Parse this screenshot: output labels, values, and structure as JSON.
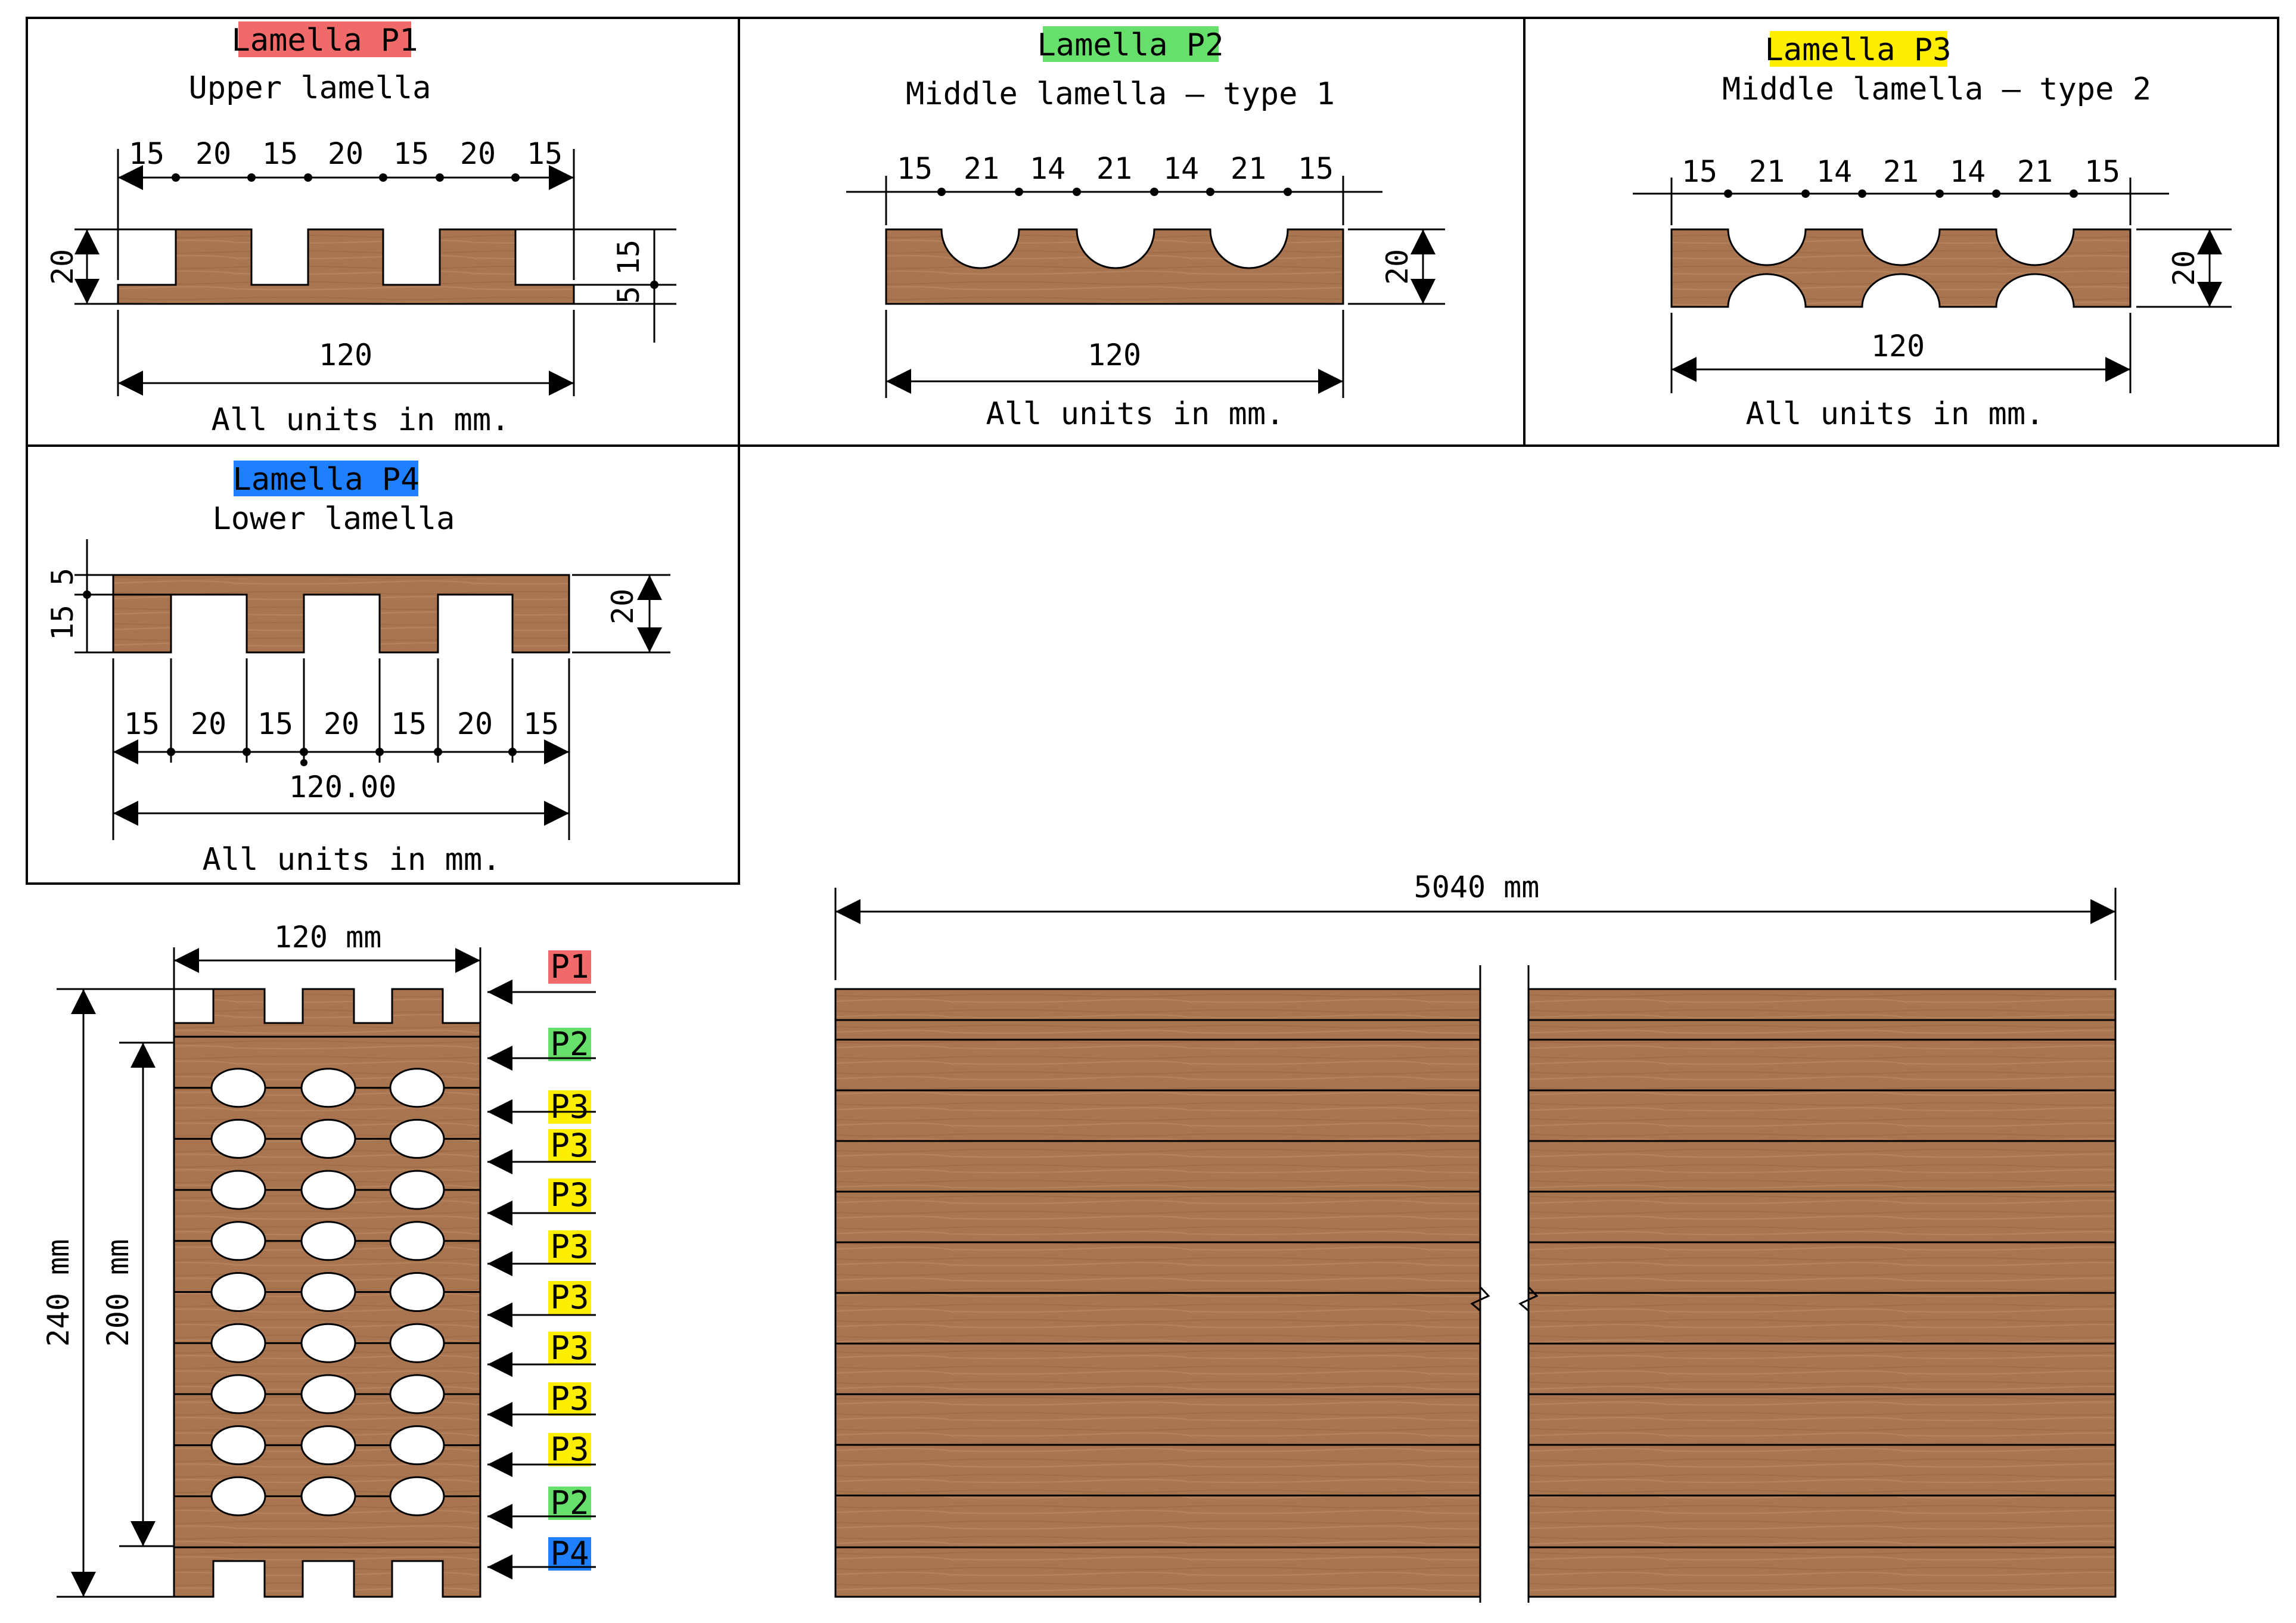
{
  "colors": {
    "wood": "#a97550",
    "wood_dark": "#8e5f3e",
    "wood_light": "#b9865f",
    "p1_highlight": "#f06a6a",
    "p2_highlight": "#66e06a",
    "p3_highlight": "#ffee00",
    "p4_highlight": "#1e7fff"
  },
  "panels": {
    "p1": {
      "tag": "Lamella P1",
      "subtitle": "Upper lamella",
      "segments": [
        "15",
        "20",
        "15",
        "20",
        "15",
        "20",
        "15"
      ],
      "height_label": "20",
      "right_top_label": "15",
      "right_bottom_label": "5",
      "width_label": "120",
      "units": "All units in mm."
    },
    "p2": {
      "tag": "Lamella P2",
      "subtitle": "Middle lamella – type 1",
      "segments": [
        "15",
        "21",
        "14",
        "21",
        "14",
        "21",
        "15"
      ],
      "height_label": "20",
      "width_label": "120",
      "units": "All units in mm."
    },
    "p3": {
      "tag": "Lamella P3",
      "subtitle": "Middle lamella – type 2",
      "segments": [
        "15",
        "21",
        "14",
        "21",
        "14",
        "21",
        "15"
      ],
      "height_label": "20",
      "width_label": "120",
      "units": "All units in mm."
    },
    "p4": {
      "tag": "Lamella P4",
      "subtitle": "Lower lamella",
      "segments": [
        "15",
        "20",
        "15",
        "20",
        "15",
        "20",
        "15"
      ],
      "left_top_label": "5",
      "left_bottom_label": "15",
      "height_label": "20",
      "width_label": "120.00",
      "units": "All units in mm."
    }
  },
  "cross_section": {
    "width_label": "120 mm",
    "outer_height_label": "240 mm",
    "inner_height_label": "200 mm",
    "layers": [
      {
        "label": "P1",
        "type": "p1"
      },
      {
        "label": "P2",
        "type": "p2"
      },
      {
        "label": "P3",
        "type": "p3"
      },
      {
        "label": "P3",
        "type": "p3"
      },
      {
        "label": "P3",
        "type": "p3"
      },
      {
        "label": "P3",
        "type": "p3"
      },
      {
        "label": "P3",
        "type": "p3"
      },
      {
        "label": "P3",
        "type": "p3"
      },
      {
        "label": "P3",
        "type": "p3"
      },
      {
        "label": "P3",
        "type": "p3"
      },
      {
        "label": "P2",
        "type": "p2"
      },
      {
        "label": "P4",
        "type": "p4"
      }
    ]
  },
  "elevation": {
    "length_label": "5040 mm",
    "layer_count": 12
  }
}
